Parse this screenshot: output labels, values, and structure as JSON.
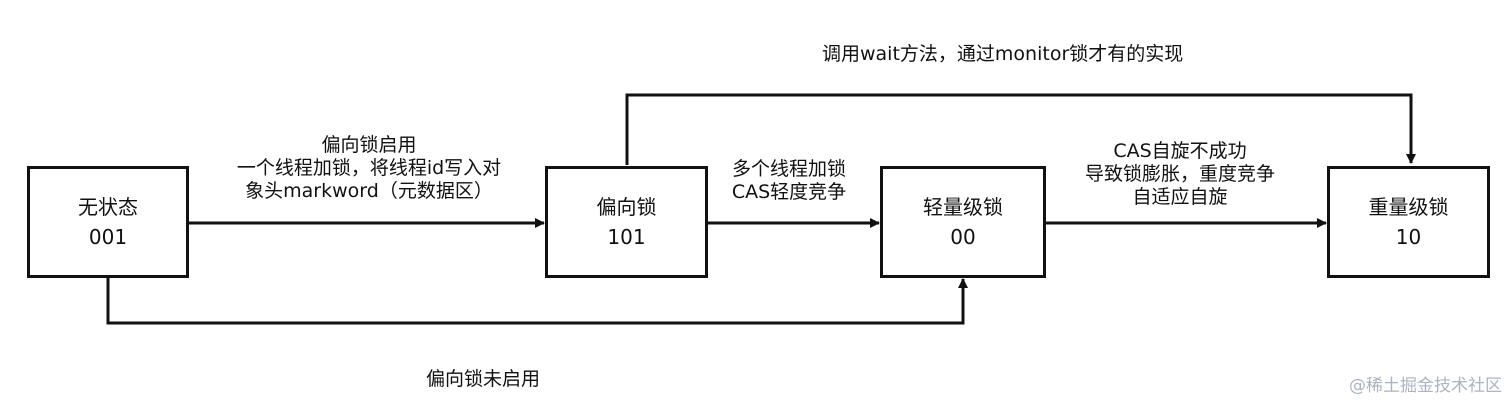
{
  "nodes": {
    "no_lock": {
      "name": "无状态",
      "bits": "001"
    },
    "biased": {
      "name": "偏向锁",
      "bits": "101"
    },
    "lightweight": {
      "name": "轻量级锁",
      "bits": "00"
    },
    "heavyweight": {
      "name": "重量级锁",
      "bits": "10"
    }
  },
  "edges": {
    "bias_enabled": {
      "line1": "偏向锁启用",
      "line2": "一个线程加锁，将线程id写入对",
      "line3": "象头markword（元数据区）"
    },
    "multi_thread": {
      "line1": "多个线程加锁",
      "line2": "CAS轻度竞争"
    },
    "cas_fail": {
      "line1": "CAS自旋不成功",
      "line2": "导致锁膨胀，重度竞争",
      "line3": "自适应自旋"
    },
    "wait_call": "调用wait方法，通过monitor锁才有的实现",
    "bias_disabled": "偏向锁未启用"
  },
  "colors": {
    "line": "#111111",
    "watermark": "#aab4c2"
  },
  "watermark": "@稀土掘金技术社区"
}
